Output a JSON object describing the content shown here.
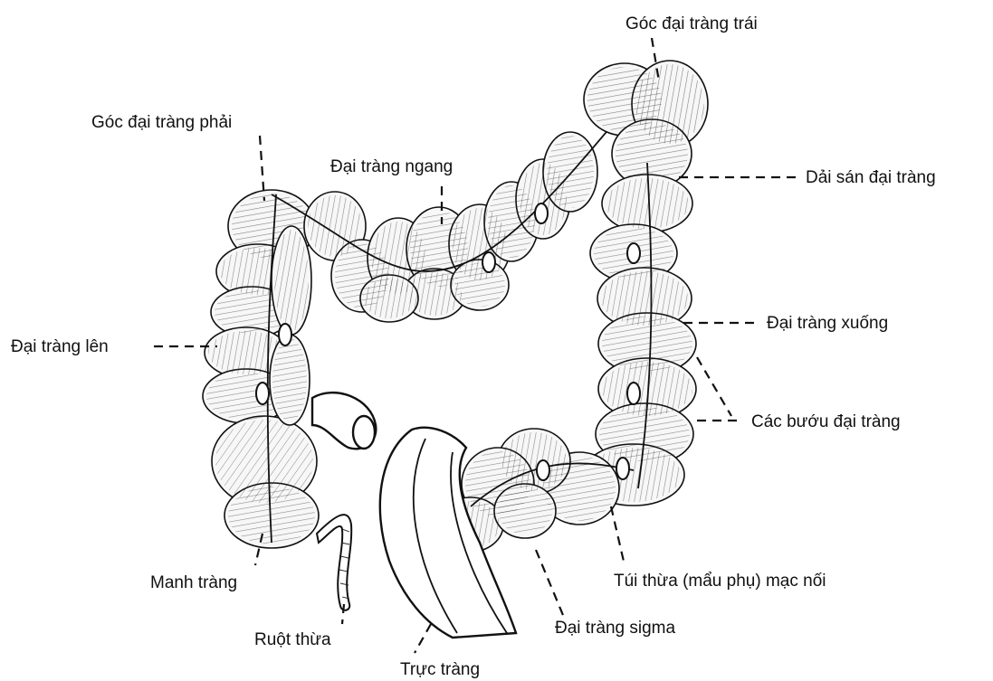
{
  "figure": {
    "labels": {
      "left_colic_flexure": "Góc đại tràng trái",
      "right_colic_flexure": "Góc đại tràng phải",
      "transverse_colon": "Đại tràng ngang",
      "taenia_coli": "Dải sán đại tràng",
      "ascending_colon": "Đại tràng lên",
      "descending_colon": "Đại tràng xuống",
      "haustra": "Các bướu đại tràng",
      "cecum": "Manh tràng",
      "epiploic_appendices": "Túi thừa (mẩu phụ) mạc nối",
      "appendix": "Ruột thừa",
      "sigmoid_colon": "Đại tràng sigma",
      "rectum": "Trực tràng"
    }
  }
}
